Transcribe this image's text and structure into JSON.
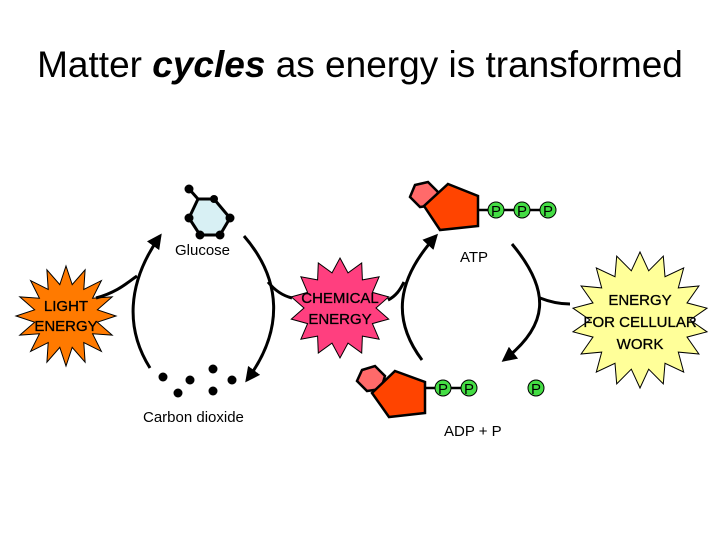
{
  "title": {
    "part1": "Matter",
    "emphasis": "cycles",
    "part2": "as energy is transformed"
  },
  "labels": {
    "glucose": "Glucose",
    "atp": "ATP",
    "carbon_dioxide": "Carbon dioxide",
    "adp": "ADP +   P",
    "light_energy_1": "LIGHT",
    "light_energy_2": "ENERGY",
    "chemical_energy_1": "CHEMICAL",
    "chemical_energy_2": "ENERGY",
    "cellular_work_1": "ENERGY",
    "cellular_work_2": "FOR CELLULAR",
    "cellular_work_3": "WORK",
    "phosphate": "P"
  },
  "colors": {
    "glucose_hexagon": "#d8f0f4",
    "pentagon": "#ff4400",
    "hexagon_red": "#ff6a6a",
    "phosphate_green": "#44dd44",
    "light_star": "#ff7a00",
    "chemical_star": "#ff3f7f",
    "work_star": "#ffff99"
  },
  "icons": [
    "glucose-molecule-icon",
    "atp-molecule-icon",
    "adp-molecule-icon",
    "light-star-icon",
    "chemical-star-icon",
    "work-star-icon",
    "cycle-arrow-icon"
  ]
}
